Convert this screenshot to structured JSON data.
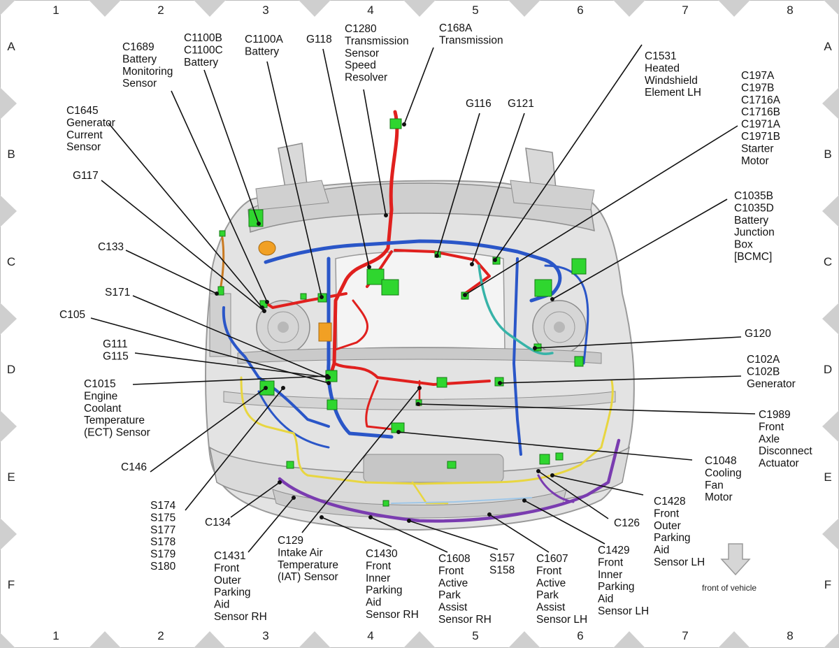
{
  "grid": {
    "columns": [
      "1",
      "2",
      "3",
      "4",
      "5",
      "6",
      "7",
      "8"
    ],
    "rows": [
      "A",
      "B",
      "C",
      "D",
      "E",
      "F"
    ]
  },
  "callouts": [
    {
      "id": "c1689",
      "lines": [
        "C1689",
        "Battery",
        "Monitoring",
        "Sensor"
      ]
    },
    {
      "id": "c1100b",
      "lines": [
        "C1100B",
        "C1100C",
        "Battery"
      ]
    },
    {
      "id": "c1100a",
      "lines": [
        "C1100A",
        "Battery"
      ]
    },
    {
      "id": "g118",
      "lines": [
        "G118"
      ]
    },
    {
      "id": "c1280",
      "lines": [
        "C1280",
        "Transmission",
        "Sensor",
        "Speed",
        "Resolver"
      ]
    },
    {
      "id": "c168a",
      "lines": [
        "C168A",
        "Transmission"
      ]
    },
    {
      "id": "c1531",
      "lines": [
        "C1531",
        "Heated",
        "Windshield",
        "Element LH"
      ]
    },
    {
      "id": "c1645",
      "lines": [
        "C1645",
        "Generator",
        "Current",
        "Sensor"
      ]
    },
    {
      "id": "g116",
      "lines": [
        "G116"
      ]
    },
    {
      "id": "g121",
      "lines": [
        "G121"
      ]
    },
    {
      "id": "c197",
      "lines": [
        "C197A",
        "C197B",
        "C1716A",
        "C1716B",
        "C1971A",
        "C1971B",
        "Starter",
        "Motor"
      ]
    },
    {
      "id": "g117",
      "lines": [
        "G117"
      ]
    },
    {
      "id": "c1035",
      "lines": [
        "C1035B",
        "C1035D",
        "Battery",
        "Junction",
        "Box",
        "[BCMC]"
      ]
    },
    {
      "id": "c133",
      "lines": [
        "C133"
      ]
    },
    {
      "id": "s171",
      "lines": [
        "S171"
      ]
    },
    {
      "id": "c105",
      "lines": [
        "C105"
      ]
    },
    {
      "id": "g120",
      "lines": [
        "G120"
      ]
    },
    {
      "id": "g111",
      "lines": [
        "G111",
        "G115"
      ]
    },
    {
      "id": "c102",
      "lines": [
        "C102A",
        "C102B",
        "Generator"
      ]
    },
    {
      "id": "c1015",
      "lines": [
        "C1015",
        "Engine",
        "Coolant",
        "Temperature",
        "(ECT) Sensor"
      ]
    },
    {
      "id": "c1989",
      "lines": [
        "C1989",
        "Front",
        "Axle",
        "Disconnect",
        "Actuator"
      ]
    },
    {
      "id": "c146",
      "lines": [
        "C146"
      ]
    },
    {
      "id": "c1048",
      "lines": [
        "C1048",
        "Cooling",
        "Fan",
        "Motor"
      ]
    },
    {
      "id": "c1428",
      "lines": [
        "C1428",
        "Front",
        "Outer",
        "Parking",
        "Aid",
        "Sensor LH"
      ]
    },
    {
      "id": "s174",
      "lines": [
        "S174",
        "S175",
        "S177",
        "S178",
        "S179",
        "S180"
      ]
    },
    {
      "id": "c134",
      "lines": [
        "C134"
      ]
    },
    {
      "id": "c126",
      "lines": [
        "C126"
      ]
    },
    {
      "id": "c1431",
      "lines": [
        "C1431",
        "Front",
        "Outer",
        "Parking",
        "Aid",
        "Sensor RH"
      ]
    },
    {
      "id": "c129",
      "lines": [
        "C129",
        "Intake Air",
        "Temperature",
        "(IAT) Sensor"
      ]
    },
    {
      "id": "c1430",
      "lines": [
        "C1430",
        "Front",
        "Inner",
        "Parking",
        "Aid",
        "Sensor RH"
      ]
    },
    {
      "id": "c1608",
      "lines": [
        "C1608",
        "Front",
        "Active",
        "Park",
        "Assist",
        "Sensor RH"
      ]
    },
    {
      "id": "s157",
      "lines": [
        "S157",
        "S158"
      ]
    },
    {
      "id": "c1607",
      "lines": [
        "C1607",
        "Front",
        "Active",
        "Park",
        "Assist",
        "Sensor LH"
      ]
    },
    {
      "id": "c1429",
      "lines": [
        "C1429",
        "Front",
        "Inner",
        "Parking",
        "Aid",
        "Sensor LH"
      ]
    }
  ],
  "front_label": "front of vehicle",
  "colors": {
    "red_harness": "#e0201e",
    "blue_harness": "#2a56c8",
    "yellow_harness": "#e8d640",
    "purple_harness": "#7a3cb0",
    "teal_harness": "#37b3a8",
    "connector_green": "#2fd62f",
    "body_gray": "#d7d7d7",
    "grid_marker": "#cfcfcf"
  }
}
